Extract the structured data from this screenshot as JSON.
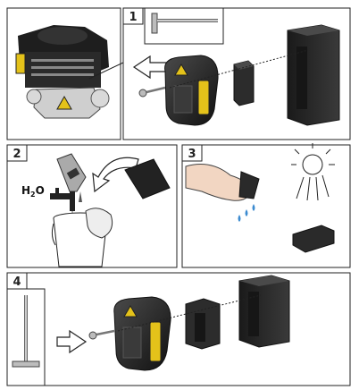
{
  "steps": [
    {
      "number": "1"
    },
    {
      "number": "2",
      "chemical_label": "H2O",
      "chemical_main": "H",
      "chemical_sub": "2",
      "chemical_tail": "O"
    },
    {
      "number": "3"
    },
    {
      "number": "4"
    }
  ],
  "colors": {
    "outline": "#222222",
    "housing": "#2b2b2b",
    "filter": "#d8c23a",
    "label": "#e4c21a"
  },
  "icons": [
    "engine-illustration",
    "t-wrench-icon",
    "screw-icon",
    "arrow-left-icon",
    "filter-cover-icon",
    "foam-element-icon",
    "air-filter-block-icon",
    "detergent-bottle-icon",
    "faucet-icon",
    "bucket-icon",
    "sun-icon",
    "hand-icon",
    "water-drops-icon",
    "curved-arrow-icon",
    "arrow-right-icon"
  ]
}
